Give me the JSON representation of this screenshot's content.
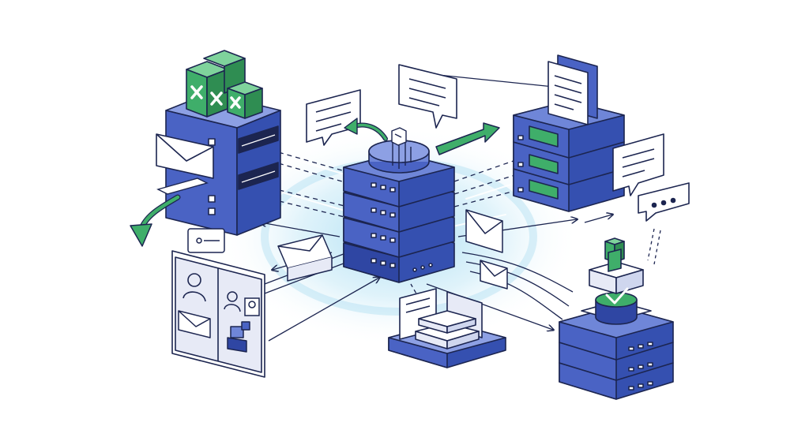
{
  "diagram": {
    "colors": {
      "primary": "#4a63c4",
      "primary_light": "#6f86d8",
      "primary_dark": "#2f46a3",
      "outline": "#1c2550",
      "accent_green": "#3fae6a",
      "glow": "#8fd3ee",
      "paper": "#e7eaf6",
      "background": "#ffffff"
    },
    "nodes": [
      {
        "id": "central-server-stack",
        "icon": "server-rack-icon"
      },
      {
        "id": "mail-terminal",
        "icon": "mailbox-server-icon"
      },
      {
        "id": "document-server",
        "icon": "document-server-icon"
      },
      {
        "id": "contacts-panel",
        "icon": "contacts-panel-icon"
      },
      {
        "id": "archive-platform",
        "icon": "archive-stack-icon"
      },
      {
        "id": "verified-server",
        "icon": "verified-database-icon"
      }
    ],
    "decorations": [
      "envelope-icon",
      "chat-bubble-icon",
      "green-arrow-icon",
      "dashed-connector"
    ]
  }
}
